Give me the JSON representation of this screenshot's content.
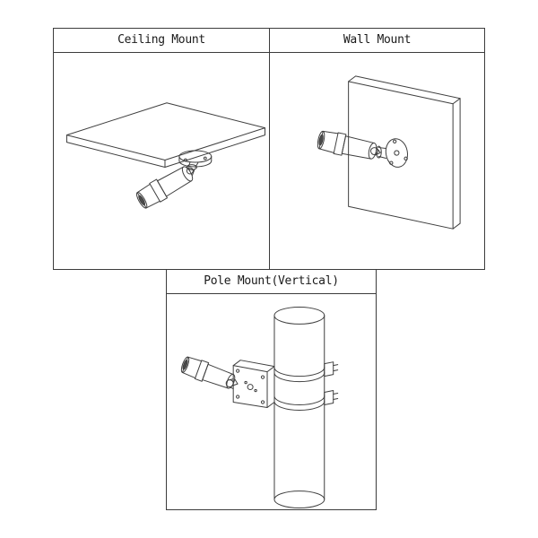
{
  "figure": {
    "type": "camera-mounting-diagram",
    "background": "#ffffff",
    "line_color": "#3f3f3f",
    "panels": [
      {
        "id": "ceiling-mount",
        "title": "Ceiling Mount"
      },
      {
        "id": "wall-mount",
        "title": "Wall Mount"
      },
      {
        "id": "pole-mount",
        "title": "Pole Mount(Vertical)"
      }
    ]
  }
}
